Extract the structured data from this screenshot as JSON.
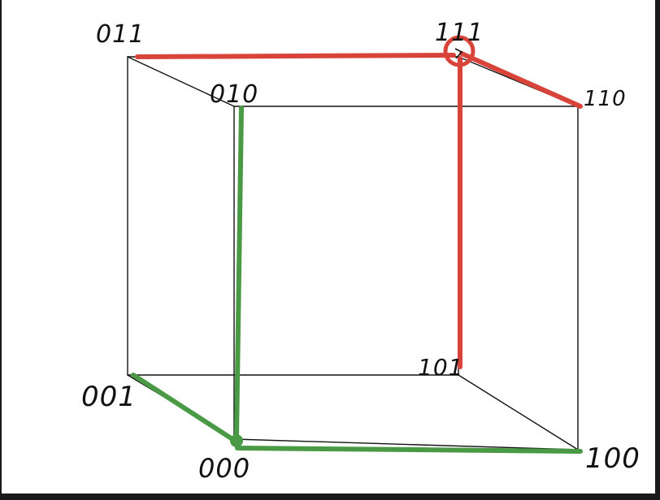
{
  "diagram": {
    "nodes": [
      {
        "id": "n000",
        "label": "000"
      },
      {
        "id": "n001",
        "label": "001"
      },
      {
        "id": "n010",
        "label": "010"
      },
      {
        "id": "n011",
        "label": "011"
      },
      {
        "id": "n100",
        "label": "100"
      },
      {
        "id": "n101",
        "label": "101"
      },
      {
        "id": "n110",
        "label": "110"
      },
      {
        "id": "n111",
        "label": "111"
      }
    ],
    "edges": [
      {
        "from": "n000",
        "to": "n001",
        "highlight": "green"
      },
      {
        "from": "n000",
        "to": "n010",
        "highlight": "green"
      },
      {
        "from": "n000",
        "to": "n100",
        "highlight": "green"
      },
      {
        "from": "n111",
        "to": "n011",
        "highlight": "red"
      },
      {
        "from": "n111",
        "to": "n101",
        "highlight": "red"
      },
      {
        "from": "n111",
        "to": "n110",
        "highlight": "red"
      },
      {
        "from": "n001",
        "to": "n011",
        "highlight": "none"
      },
      {
        "from": "n001",
        "to": "n101",
        "highlight": "none"
      },
      {
        "from": "n010",
        "to": "n011",
        "highlight": "none"
      },
      {
        "from": "n010",
        "to": "n110",
        "highlight": "none"
      },
      {
        "from": "n100",
        "to": "n101",
        "highlight": "none"
      },
      {
        "from": "n100",
        "to": "n110",
        "highlight": "none"
      }
    ],
    "start_node": "n000",
    "circled_node": "n111",
    "colors": {
      "edge": "#111111",
      "red": "#d9443a",
      "green": "#4a9a45",
      "background": "#ffffff",
      "frame": "#1a1a1a"
    }
  }
}
